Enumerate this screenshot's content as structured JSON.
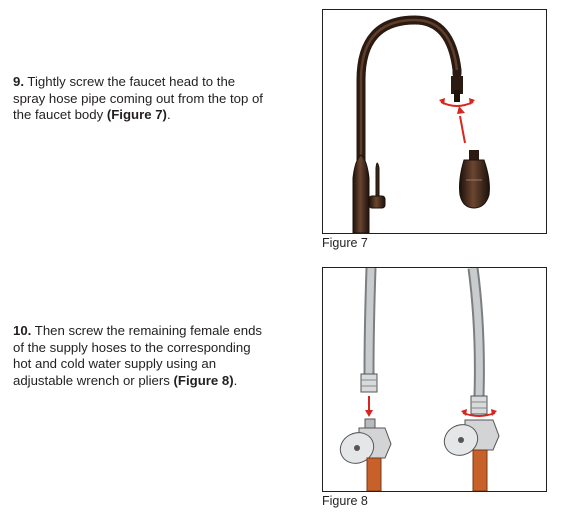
{
  "steps": [
    {
      "number": "9.",
      "text": " Tightly screw the faucet head to the spray hose pipe coming out from the top of the faucet body ",
      "ref": "(Figure 7)",
      "end": "."
    },
    {
      "number": "10.",
      "text": " Then screw the remaining female ends of the supply hoses to the corresponding hot and cold water supply using an adjustable wrench or pliers ",
      "ref": "(Figure 8)",
      "end": "."
    }
  ],
  "figures": [
    {
      "caption": "Figure 7",
      "illustration": "faucet-head-install"
    },
    {
      "caption": "Figure 8",
      "illustration": "supply-hose-connection"
    }
  ],
  "colors": {
    "bronze_dark": "#2a1a12",
    "bronze_mid": "#5a3a28",
    "arrow_red": "#d7261e",
    "hose_gray": "#b9bcbe",
    "copper": "#c8602a"
  }
}
